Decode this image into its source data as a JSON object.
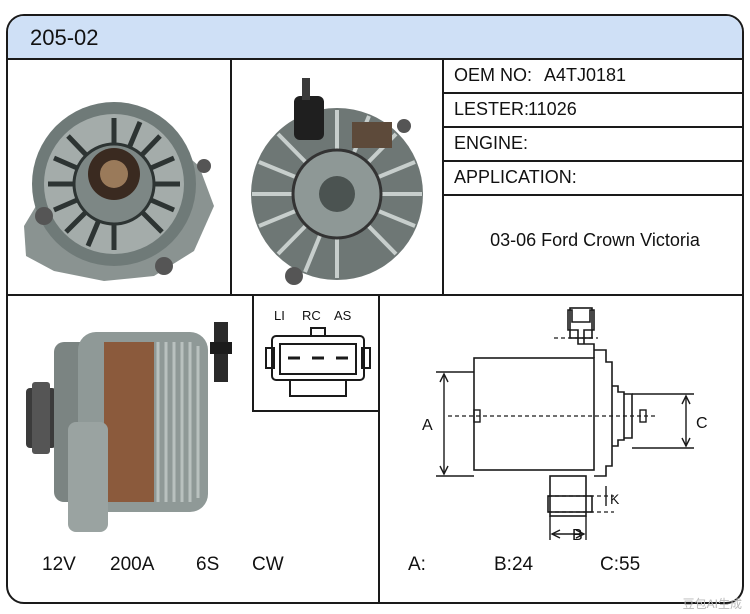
{
  "header": {
    "title": "205-02"
  },
  "specs": {
    "oem_label": "OEM NO:",
    "oem_value": "A4TJ0181",
    "lester_label": "LESTER:",
    "lester_value": "11026",
    "engine_label": "ENGINE:",
    "engine_value": "",
    "application_label": "APPLICATION:",
    "application_value": "03-06 Ford Crown Victoria"
  },
  "connector": {
    "pins": [
      "LI",
      "RC",
      "AS"
    ]
  },
  "ratings": {
    "voltage": "12V",
    "amperage": "200A",
    "pulley": "6S",
    "rotation": "CW"
  },
  "dimensions": {
    "a_label": "A:",
    "b_label": "B:24",
    "c_label": "C:55",
    "diagram_a": "A",
    "diagram_b": "B",
    "diagram_c": "C",
    "diagram_k": "K"
  },
  "watermark": "豆包AI生成"
}
